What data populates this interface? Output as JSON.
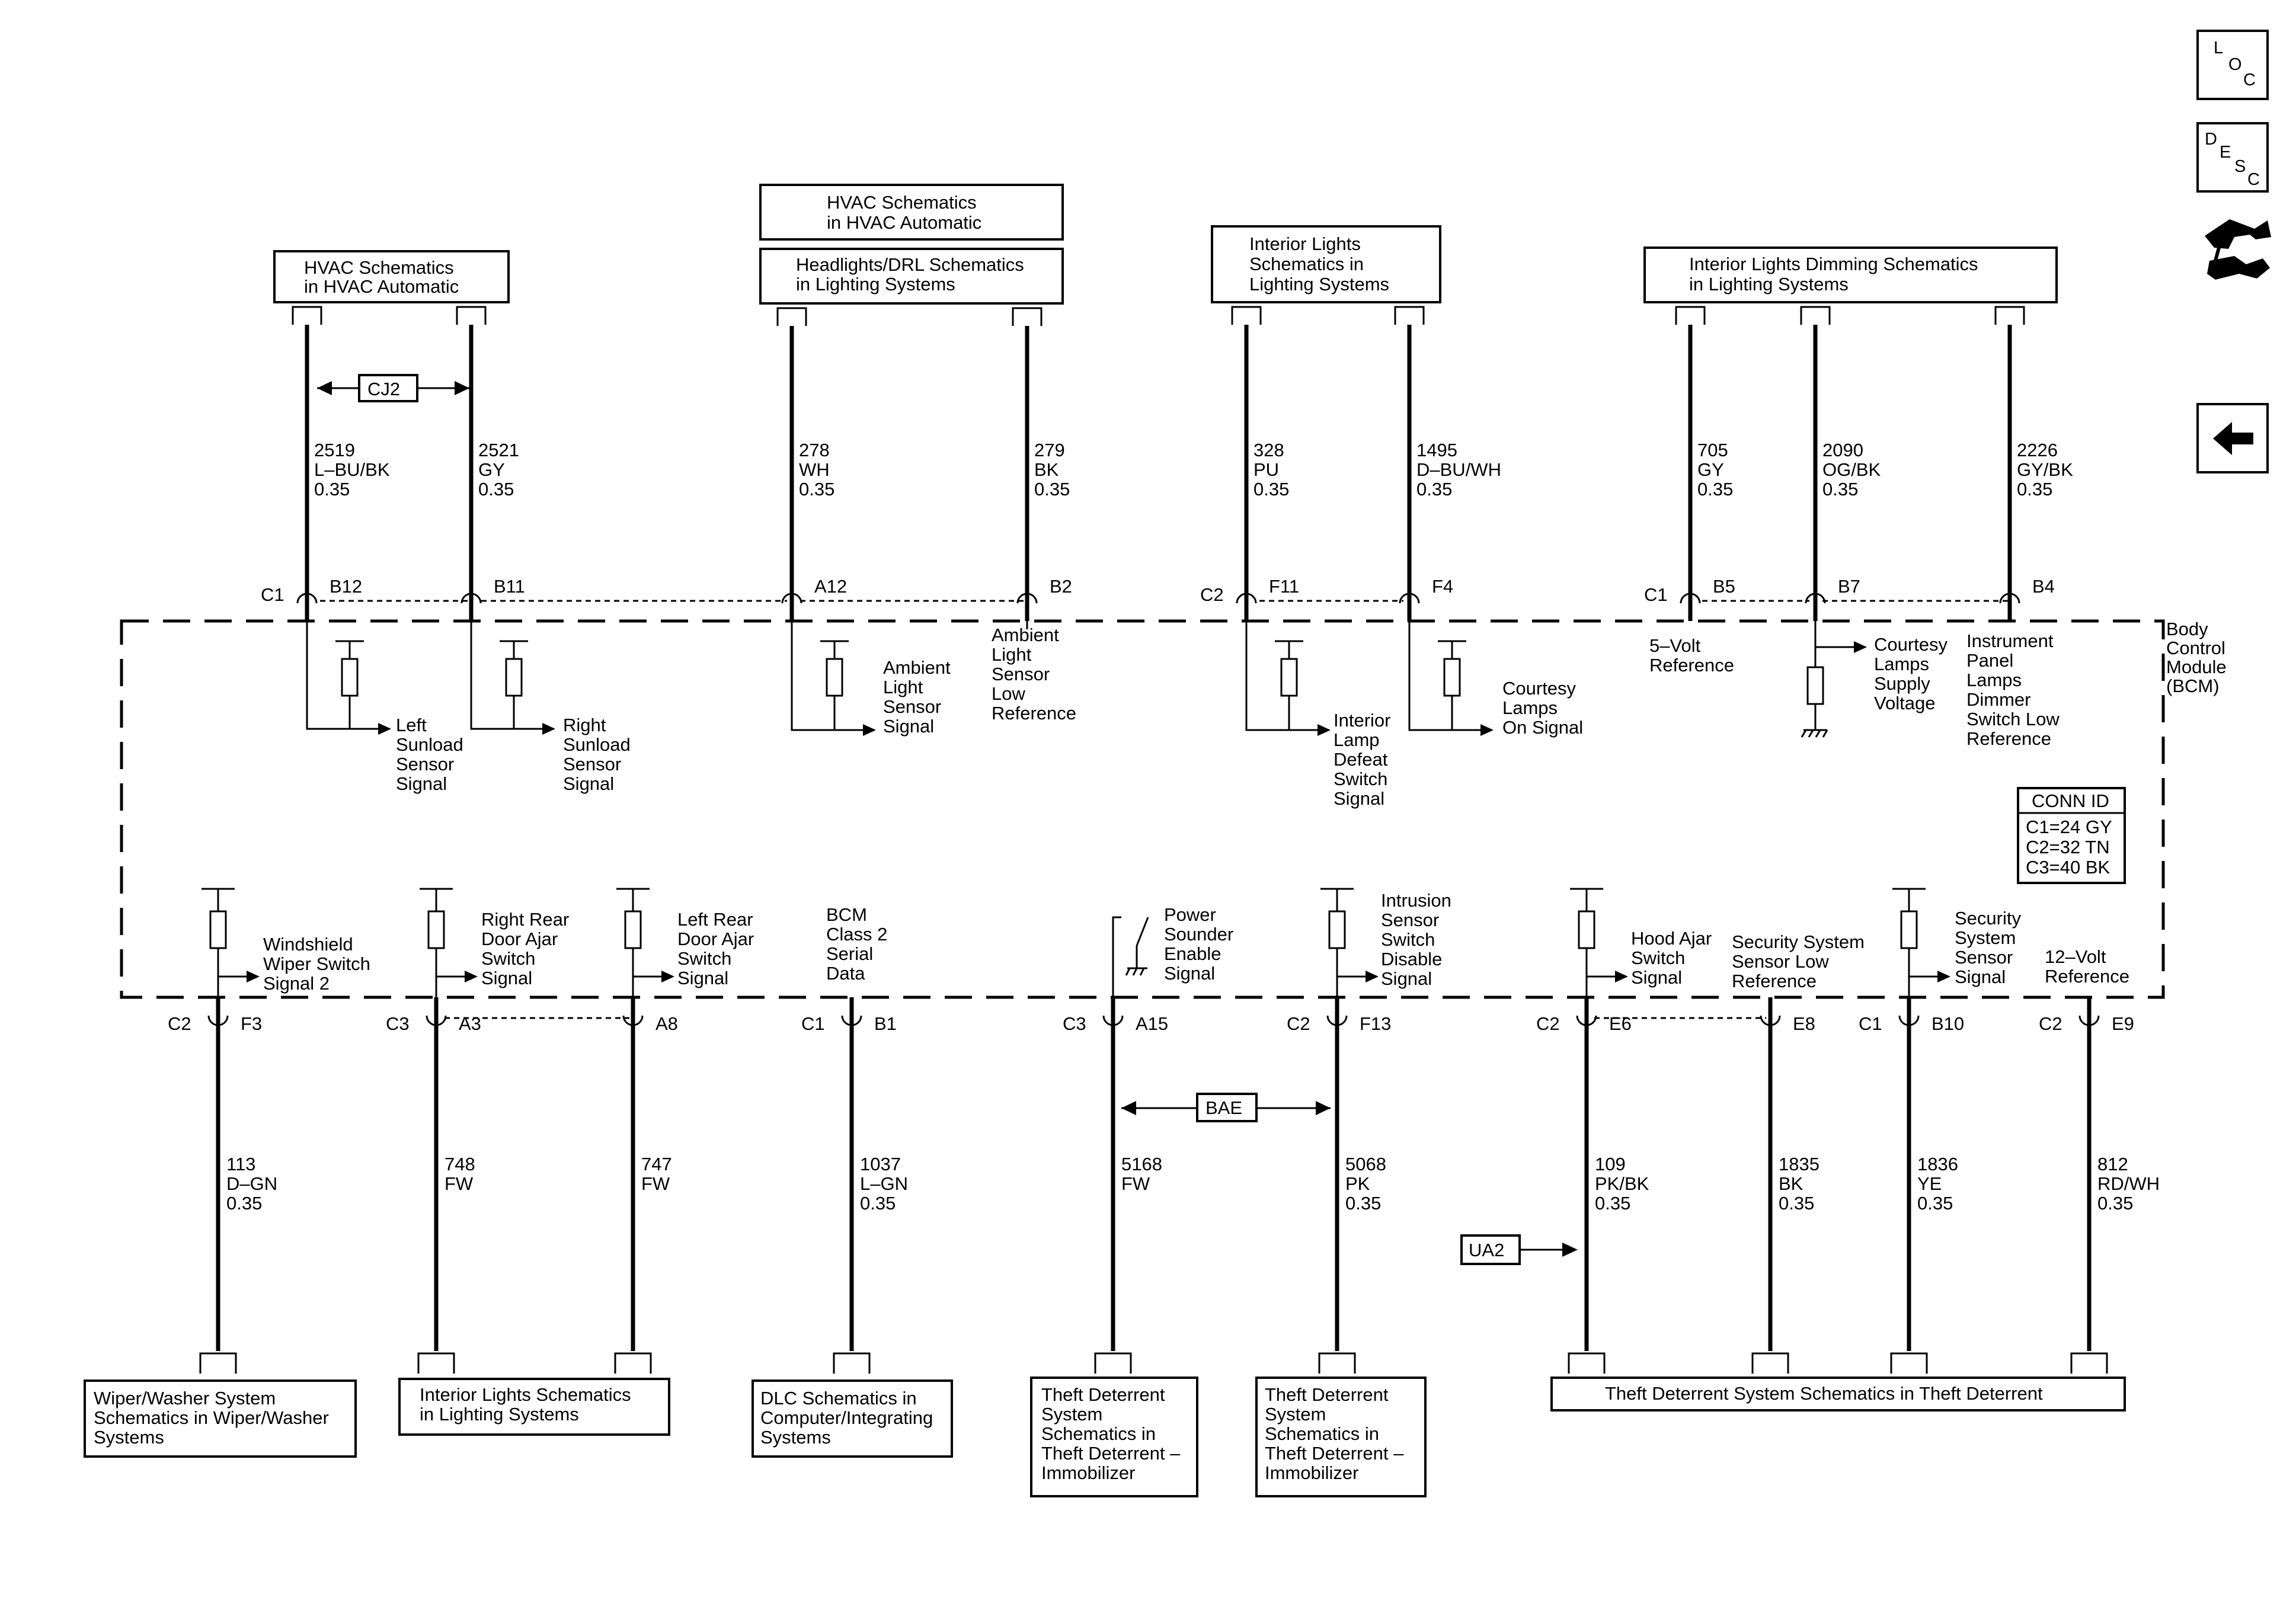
{
  "top_boxes": [
    {
      "l1": "HVAC Schematics",
      "l2": "in HVAC Automatic"
    },
    {
      "l1": "HVAC Schematics",
      "l2": "in HVAC Automatic"
    },
    {
      "l1": "Headlights/DRL Schematics",
      "l2": "in Lighting Systems"
    },
    {
      "l1": "Interior Lights",
      "l2": "Schematics in",
      "l3": "Lighting Systems"
    },
    {
      "l1": "Interior Lights Dimming Schematics",
      "l2": "in Lighting Systems"
    }
  ],
  "top_wires": [
    {
      "circuit": "2519",
      "color": "L–BU/BK",
      "gauge": "0.35",
      "conn": "C1",
      "pin": "B12",
      "desc": [
        "Left",
        "Sunload",
        "Sensor",
        "Signal"
      ]
    },
    {
      "circuit": "2521",
      "color": "GY",
      "gauge": "0.35",
      "conn": "",
      "pin": "B11",
      "desc": [
        "Right",
        "Sunload",
        "Sensor",
        "Signal"
      ]
    },
    {
      "circuit": "278",
      "color": "WH",
      "gauge": "0.35",
      "conn": "",
      "pin": "A12",
      "desc": [
        "Ambient",
        "Light",
        "Sensor",
        "Signal"
      ]
    },
    {
      "circuit": "279",
      "color": "BK",
      "gauge": "0.35",
      "conn": "",
      "pin": "B2",
      "desc": [
        "Ambient",
        "Light",
        "Sensor",
        "Low",
        "Reference"
      ]
    },
    {
      "circuit": "328",
      "color": "PU",
      "gauge": "0.35",
      "conn": "C2",
      "pin": "F11",
      "desc": [
        "Interior",
        "Lamp",
        "Defeat",
        "Switch",
        "Signal"
      ]
    },
    {
      "circuit": "1495",
      "color": "D–BU/WH",
      "gauge": "0.35",
      "conn": "",
      "pin": "F4",
      "desc": [
        "Courtesy",
        "Lamps",
        "On Signal"
      ]
    },
    {
      "circuit": "705",
      "color": "GY",
      "gauge": "0.35",
      "conn": "C1",
      "pin": "B5",
      "desc": [
        "5–Volt",
        "Reference"
      ]
    },
    {
      "circuit": "2090",
      "color": "OG/BK",
      "gauge": "0.35",
      "conn": "",
      "pin": "B7",
      "desc": [
        "Courtesy",
        "Lamps",
        "Supply",
        "Voltage"
      ]
    },
    {
      "circuit": "2226",
      "color": "GY/BK",
      "gauge": "0.35",
      "conn": "",
      "pin": "B4",
      "desc": [
        "Instrument",
        "Panel",
        "Lamps",
        "Dimmer",
        "Switch Low",
        "Reference"
      ]
    }
  ],
  "bottom_wires": [
    {
      "circuit": "113",
      "color": "D–GN",
      "gauge": "0.35",
      "conn": "C2",
      "pin": "F3",
      "desc": [
        "Windshield",
        "Wiper Switch",
        "Signal 2"
      ]
    },
    {
      "circuit": "748",
      "color": "FW",
      "gauge": "",
      "conn": "C3",
      "pin": "A3",
      "desc": [
        "Right Rear",
        "Door Ajar",
        "Switch",
        "Signal"
      ]
    },
    {
      "circuit": "747",
      "color": "FW",
      "gauge": "",
      "conn": "",
      "pin": "A8",
      "desc": [
        "Left Rear",
        "Door Ajar",
        "Switch",
        "Signal"
      ]
    },
    {
      "circuit": "1037",
      "color": "L–GN",
      "gauge": "0.35",
      "conn": "C1",
      "pin": "B1",
      "desc": [
        "BCM",
        "Class 2",
        "Serial",
        "Data"
      ]
    },
    {
      "circuit": "5168",
      "color": "FW",
      "gauge": "",
      "conn": "C3",
      "pin": "A15",
      "desc": [
        "Power",
        "Sounder",
        "Enable",
        "Signal"
      ]
    },
    {
      "circuit": "5068",
      "color": "PK",
      "gauge": "0.35",
      "conn": "C2",
      "pin": "F13",
      "desc": [
        "Intrusion",
        "Sensor",
        "Switch",
        "Disable",
        "Signal"
      ]
    },
    {
      "circuit": "109",
      "color": "PK/BK",
      "gauge": "0.35",
      "conn": "C2",
      "pin": "E6",
      "desc": [
        "Hood Ajar",
        "Switch",
        "Signal"
      ]
    },
    {
      "circuit": "1835",
      "color": "BK",
      "gauge": "0.35",
      "conn": "",
      "pin": "E8",
      "desc": [
        "Security System",
        "Sensor Low",
        "Reference"
      ]
    },
    {
      "circuit": "1836",
      "color": "YE",
      "gauge": "0.35",
      "conn": "C1",
      "pin": "B10",
      "desc": [
        "Security",
        "System",
        "Sensor",
        "Signal"
      ]
    },
    {
      "circuit": "812",
      "color": "RD/WH",
      "gauge": "0.35",
      "conn": "C2",
      "pin": "E9",
      "desc": [
        "12–Volt",
        "Reference"
      ]
    }
  ],
  "bottom_boxes": [
    {
      "l1": "Wiper/Washer System",
      "l2": "Schematics in Wiper/Washer",
      "l3": "Systems"
    },
    {
      "l1": "Interior Lights Schematics",
      "l2": "in Lighting Systems"
    },
    {
      "l1": "DLC Schematics in",
      "l2": "Computer/Integrating",
      "l3": "Systems"
    },
    {
      "l1": "Theft Deterrent",
      "l2": "System",
      "l3": "Schematics in",
      "l4": "Theft Deterrent –",
      "l5": "Immobilizer"
    },
    {
      "l1": "Theft Deterrent",
      "l2": "System",
      "l3": "Schematics in",
      "l4": "Theft Deterrent –",
      "l5": "Immobilizer"
    },
    {
      "l1": "Theft Deterrent System Schematics in Theft Deterrent"
    }
  ],
  "module": {
    "l1": "Body",
    "l2": "Control",
    "l3": "Module",
    "l4": "(BCM)"
  },
  "conn_id": {
    "title": "CONN ID",
    "c1": "C1=24 GY",
    "c2": "C2=32 TN",
    "c3": "C3=40 BK"
  },
  "tags": {
    "cj2": "CJ2",
    "bae": "BAE",
    "ua2": "UA2"
  },
  "nav": {
    "loc": [
      "L",
      "O",
      "C"
    ],
    "desc": [
      "D",
      "E",
      "S",
      "C"
    ]
  }
}
